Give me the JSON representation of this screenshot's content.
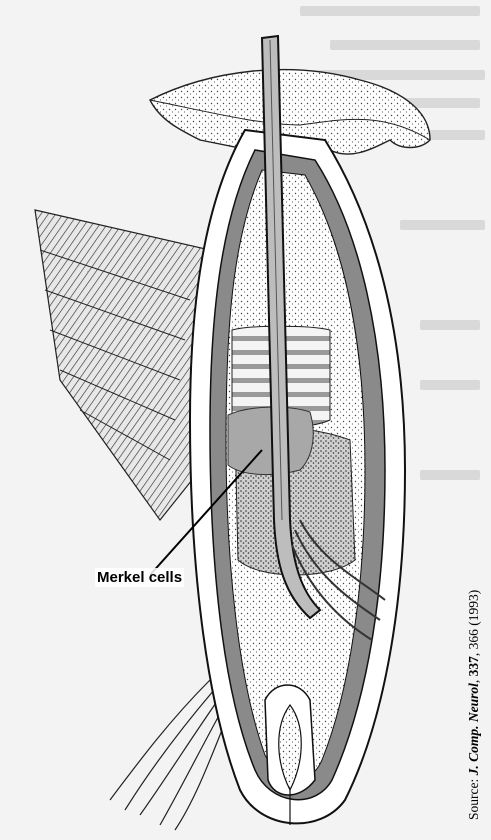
{
  "figure": {
    "labels": {
      "merkel_cells": "Merkel cells"
    },
    "source": {
      "prefix": "Source: ",
      "journal": "J. Comp. Neurol",
      "separator": ", ",
      "volume": "337",
      "rest": ", 366 (1993)"
    }
  }
}
